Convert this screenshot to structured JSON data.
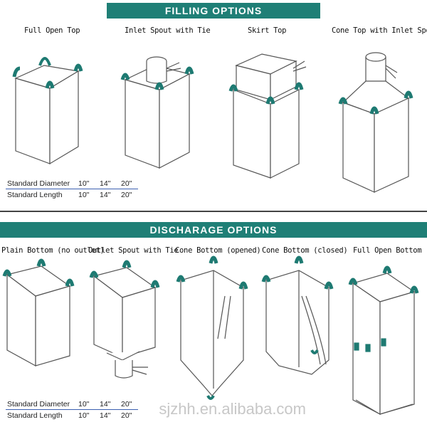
{
  "filling": {
    "title": "FILLING OPTIONS",
    "items": [
      "Full Open Top",
      "Inlet Spout with Tie",
      "Skirt Top",
      "Cone Top with Inlet Spout"
    ],
    "spec": {
      "diameter_label": "Standard Diameter",
      "length_label": "Standard Length",
      "diameter_values": [
        "10\"",
        "14\"",
        "20\""
      ],
      "length_values": [
        "10\"",
        "14\"",
        "20\""
      ]
    }
  },
  "discharge": {
    "title": "DISCHARAGE OPTIONS",
    "items": [
      "Plain Bottom (no outlet)",
      "Outlet Spout with Tie",
      "Cone Bottom (opened)",
      "Cone Bottom (closed)",
      "Full Open Bottom"
    ],
    "spec": {
      "diameter_label": "Standard Diameter",
      "length_label": "Standard Length",
      "diameter_values": [
        "10\"",
        "14\"",
        "20\""
      ],
      "length_values": [
        "10\"",
        "14\"",
        "20\""
      ]
    }
  },
  "watermark": "sjzhh.en.alibaba.com",
  "colors": {
    "header": "#1f7f76",
    "loop": "#1e7a72",
    "underline": "#3b5fb0"
  }
}
